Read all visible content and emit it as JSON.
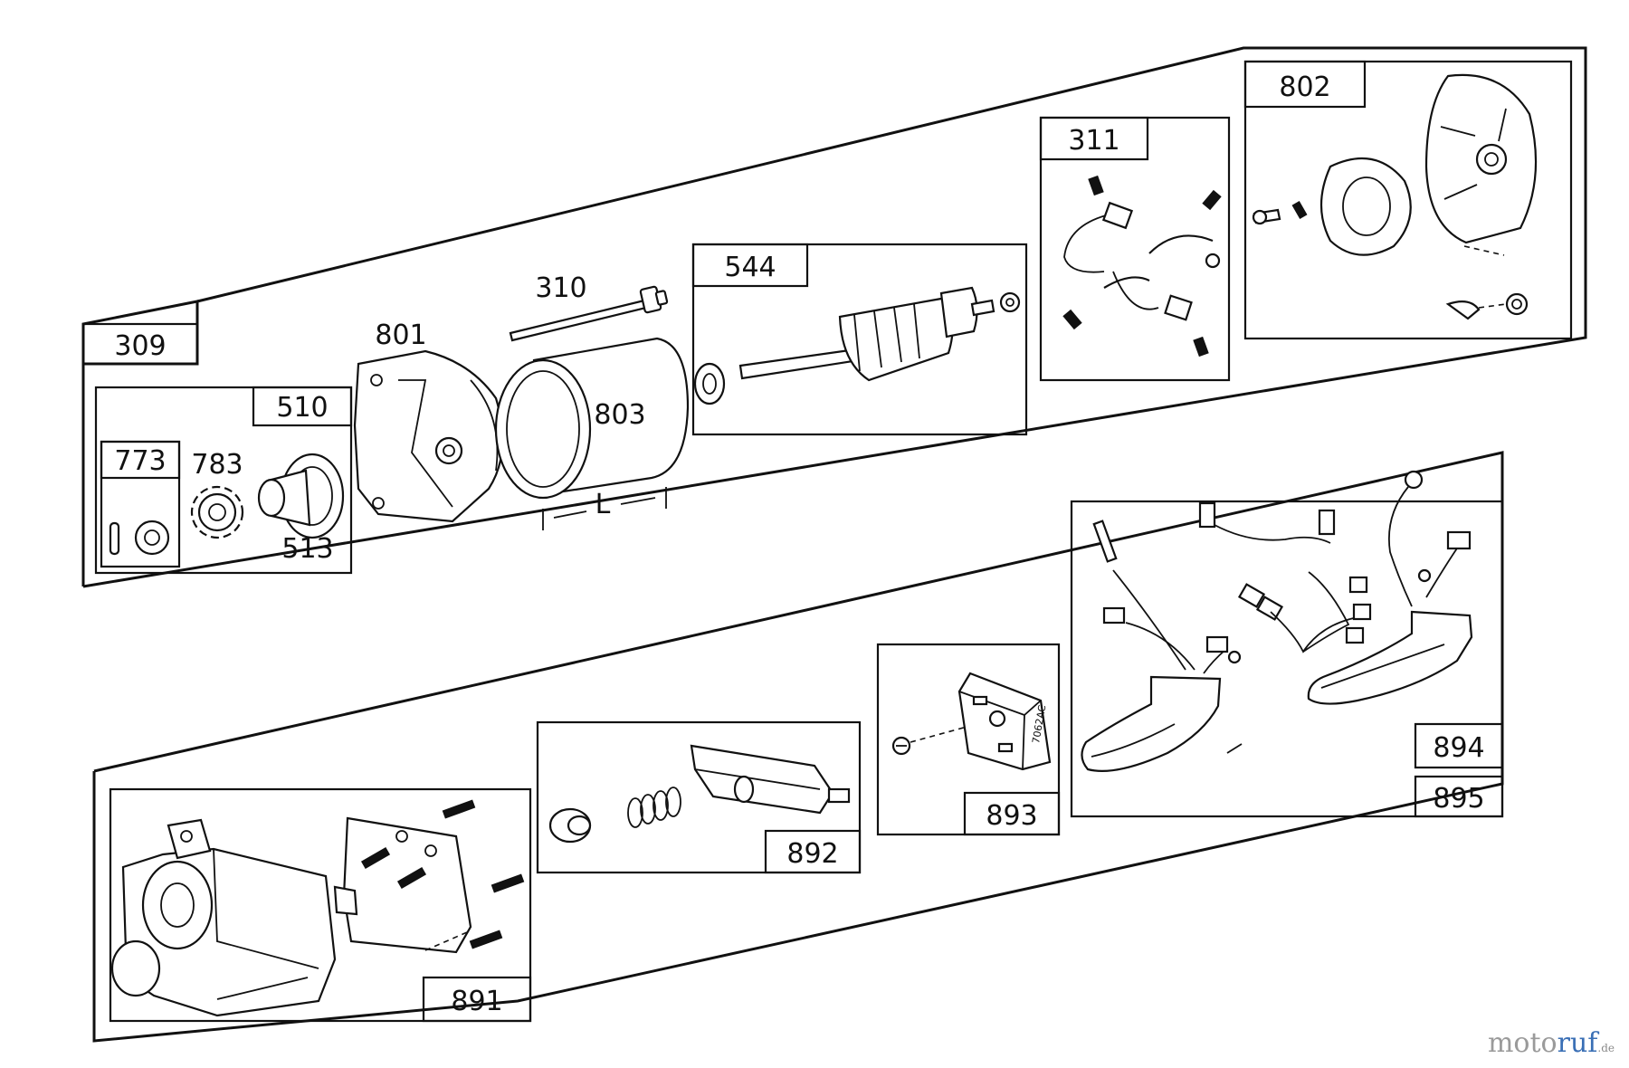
{
  "diagram": {
    "top_group": {
      "group_label": "309",
      "parts": {
        "p510": "510",
        "p773": "773",
        "p783": "783",
        "p513": "513",
        "p801": "801",
        "p310": "310",
        "p803": "803",
        "dimension": "L",
        "p544": "544",
        "p311": "311",
        "p802": "802"
      }
    },
    "bottom_group": {
      "p891": "891",
      "p892": "892",
      "p893": "893",
      "p894": "894",
      "p895": "895",
      "stamp": "7062AC"
    }
  },
  "watermark": {
    "brand_part1": "moto",
    "brand_part2": "ruf",
    "suffix": ".de"
  }
}
